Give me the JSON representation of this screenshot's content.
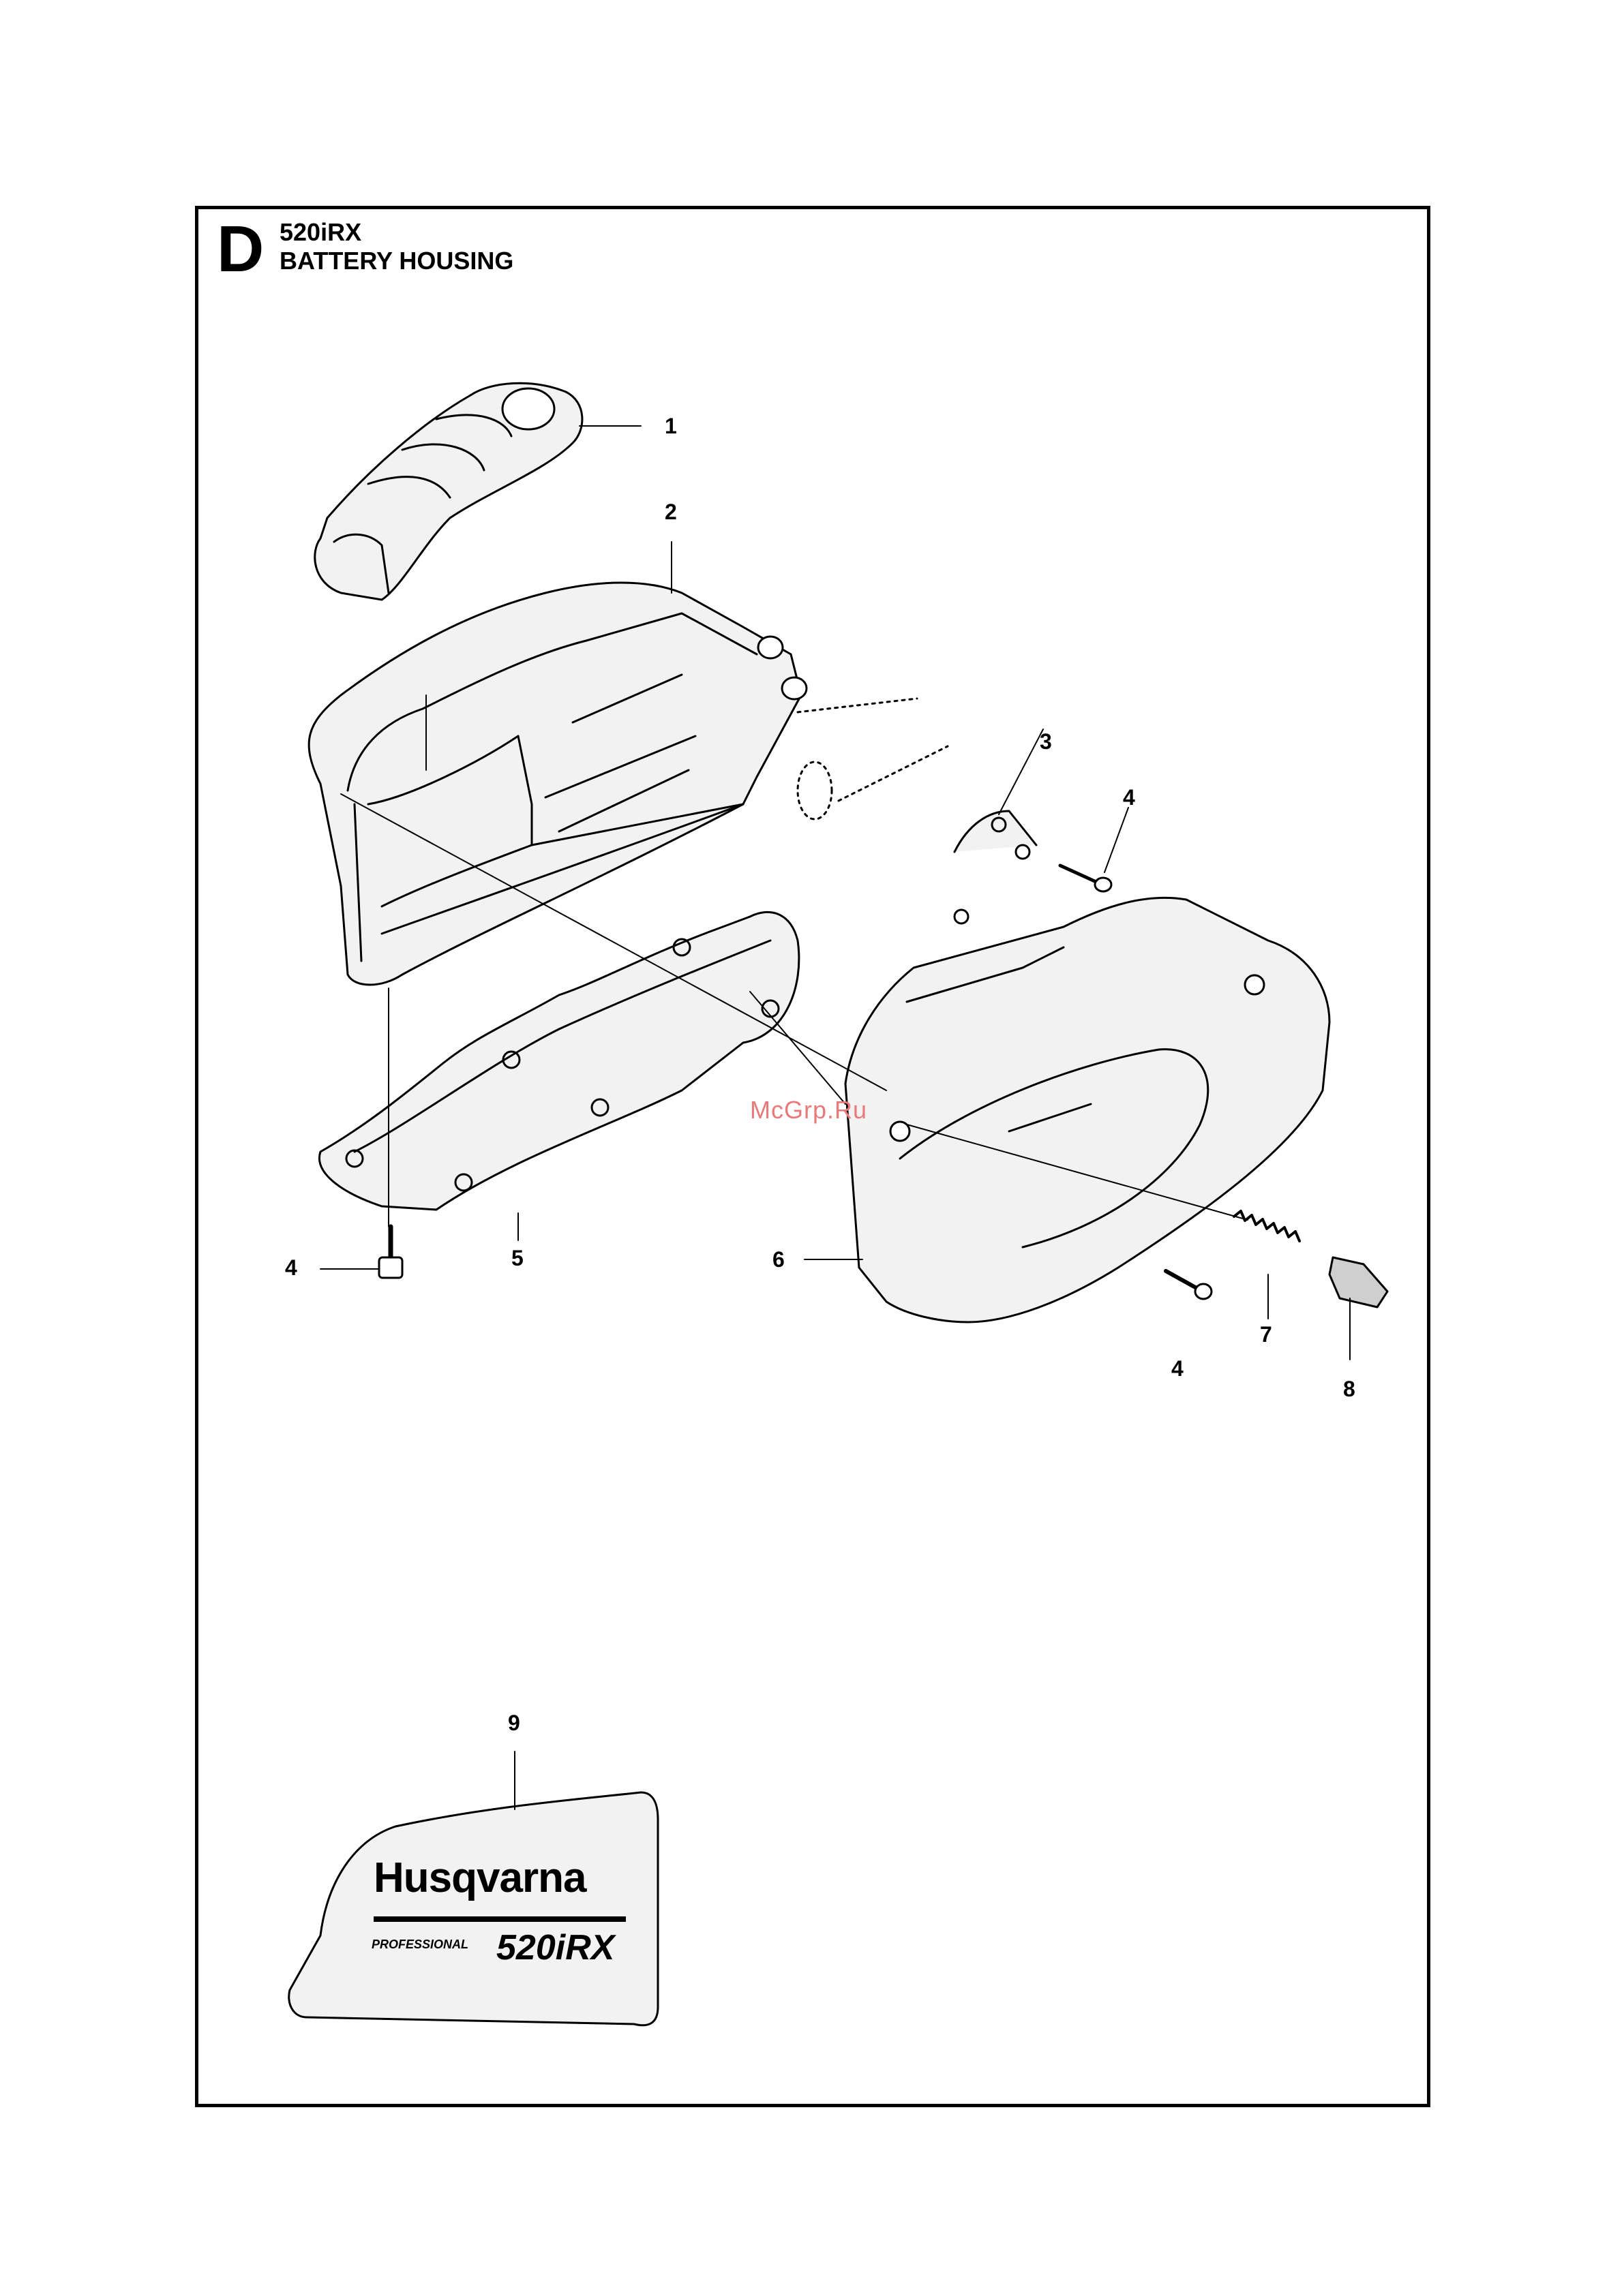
{
  "header": {
    "section_letter": "D",
    "model": "520iRX",
    "title": "BATTERY HOUSING"
  },
  "callouts": [
    {
      "id": "c1",
      "label": "1"
    },
    {
      "id": "c2",
      "label": "2"
    },
    {
      "id": "c3",
      "label": "3"
    },
    {
      "id": "c4a",
      "label": "4"
    },
    {
      "id": "c4b",
      "label": "4"
    },
    {
      "id": "c5",
      "label": "5"
    },
    {
      "id": "c6",
      "label": "6"
    },
    {
      "id": "c4c",
      "label": "4"
    },
    {
      "id": "c7",
      "label": "7"
    },
    {
      "id": "c8",
      "label": "8"
    },
    {
      "id": "c9",
      "label": "9"
    }
  ],
  "decal": {
    "brand": "Husqvarna",
    "line": "PROFESSIONAL",
    "model": "520iRX"
  },
  "watermark": "McGrp.Ru",
  "colors": {
    "line": "#000000",
    "part_fill": "#f2f2f2",
    "part_shade": "#cfcfcf",
    "watermark": "#e87a7a"
  }
}
